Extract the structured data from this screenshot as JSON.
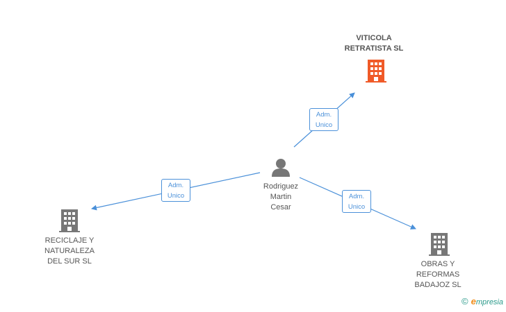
{
  "nodes": {
    "person": {
      "label_lines": [
        "Rodriguez",
        "Martin",
        "Cesar"
      ]
    },
    "viticola": {
      "label_lines": [
        "VITICOLA",
        "RETRATISTA SL"
      ],
      "color": "#f05a28"
    },
    "reciclaje": {
      "label_lines": [
        "RECICLAJE Y",
        "NATURALEZA",
        "DEL SUR SL"
      ],
      "color": "#777777"
    },
    "obras": {
      "label_lines": [
        "OBRAS Y",
        "REFORMAS",
        "BADAJOZ SL"
      ],
      "color": "#777777"
    }
  },
  "edges": {
    "to_viticola": {
      "label_lines": [
        "Adm.",
        "Unico"
      ]
    },
    "to_reciclaje": {
      "label_lines": [
        "Adm.",
        "Unico"
      ]
    },
    "to_obras": {
      "label_lines": [
        "Adm.",
        "Unico"
      ]
    }
  },
  "colors": {
    "edge": "#4a90d9",
    "person": "#777777",
    "highlight": "#f05a28"
  },
  "brand": {
    "copyright_symbol": "©",
    "logo_initial": "e",
    "logo_rest": "mpresia"
  }
}
